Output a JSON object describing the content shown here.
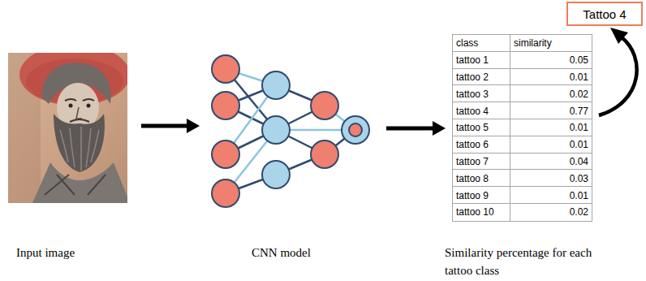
{
  "diagram": {
    "nodes": [
      {
        "text": [
          "Tattoo 4"
        ]
      }
    ],
    "labels": [
      "class",
      "similarity",
      "tattoo 1",
      "0.05",
      "tattoo 2",
      "0.01",
      "tattoo 3",
      "0.02",
      "tattoo 4",
      "0.77",
      "tattoo 5",
      "0.01",
      "tattoo 6",
      "0.01",
      "tattoo 7",
      "0.04",
      "tattoo 8",
      "0.03",
      "tattoo 9",
      "0.01",
      "tattoo 10",
      "0.02",
      "Input image",
      "CNN model",
      "Similarity percentage for each tattoo class"
    ]
  }
}
